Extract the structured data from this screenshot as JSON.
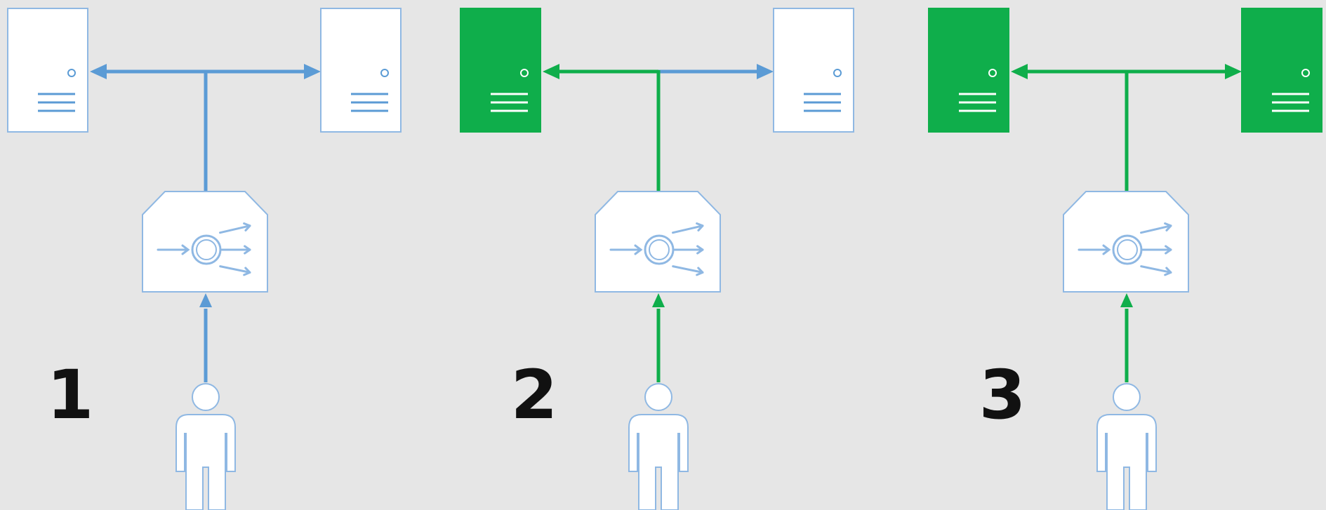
{
  "colors": {
    "background": "#e6e6e6",
    "inactive": "#5b9bd5",
    "active": "#0fae4b",
    "box_fill": "#ffffff",
    "box_stroke": "#8fb8e3",
    "step_number": "#111111"
  },
  "icons": {
    "server": "server-icon",
    "load_balancer": "load-balancer-icon",
    "user": "user-icon"
  },
  "panels": [
    {
      "step": "1",
      "left_server": "inactive",
      "right_server": "inactive",
      "user_line": "inactive",
      "trunk_line": "inactive",
      "left_arrow": "inactive",
      "right_arrow": "inactive"
    },
    {
      "step": "2",
      "left_server": "active",
      "right_server": "inactive",
      "user_line": "active",
      "trunk_line": "active",
      "left_arrow": "active",
      "right_arrow": "inactive"
    },
    {
      "step": "3",
      "left_server": "active",
      "right_server": "active",
      "user_line": "active",
      "trunk_line": "active",
      "left_arrow": "active",
      "right_arrow": "active"
    }
  ]
}
